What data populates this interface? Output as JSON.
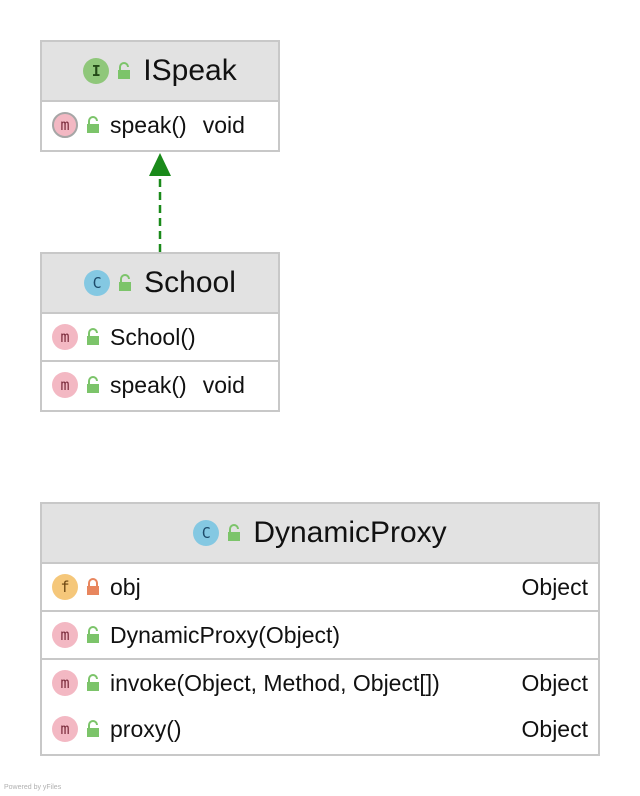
{
  "classes": {
    "ispeak": {
      "kind_badge": "I",
      "name": "ISpeak",
      "methods": [
        {
          "badge": "m",
          "name": "speak()",
          "type": "void"
        }
      ]
    },
    "school": {
      "kind_badge": "C",
      "name": "School",
      "constructors": [
        {
          "badge": "m",
          "name": "School()"
        }
      ],
      "methods": [
        {
          "badge": "m",
          "name": "speak()",
          "type": "void"
        }
      ]
    },
    "dynamicproxy": {
      "kind_badge": "C",
      "name": "DynamicProxy",
      "fields": [
        {
          "badge": "f",
          "name": "obj",
          "type": "Object"
        }
      ],
      "constructors": [
        {
          "badge": "m",
          "name": "DynamicProxy(Object)"
        }
      ],
      "methods": [
        {
          "badge": "m",
          "name": "invoke(Object, Method, Object[])",
          "type": "Object"
        },
        {
          "badge": "m",
          "name": "proxy()",
          "type": "Object"
        }
      ]
    }
  },
  "relations": [
    {
      "from": "School",
      "to": "ISpeak",
      "kind": "realization"
    }
  ],
  "footer": "Powered by yFiles",
  "colors": {
    "arrow": "#1a8a1a",
    "public_lock": "#7cc46a",
    "private_lock": "#e8865e"
  },
  "icons": {
    "public": "unlocked-padlock-icon",
    "private": "locked-padlock-icon"
  }
}
